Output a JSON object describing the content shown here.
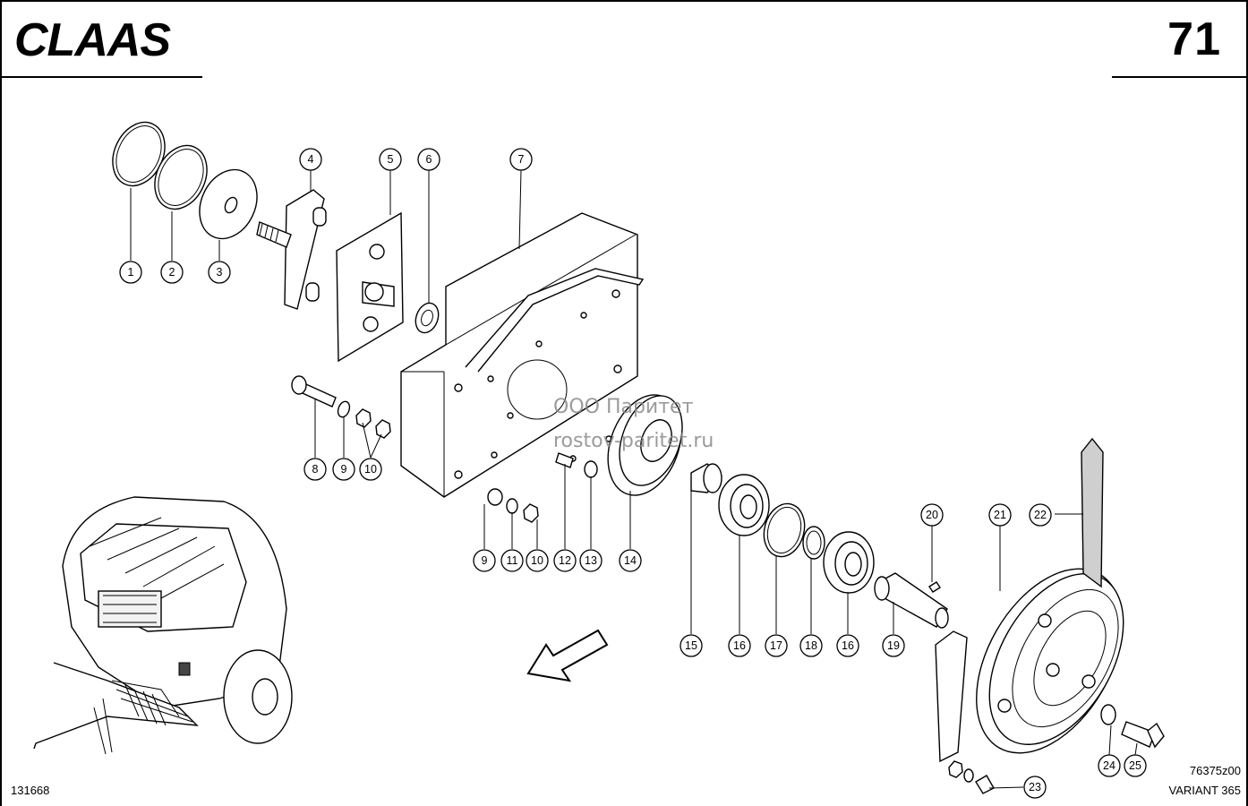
{
  "header": {
    "brand": "CLAAS",
    "page_number": "71"
  },
  "watermark": {
    "line1": "ООО Паритет",
    "line2": "rostov-paritet.ru"
  },
  "footer": {
    "left_code": "131668",
    "drawing_code": "76375z00",
    "model": "VARIANT 365"
  },
  "callouts": [
    "1",
    "2",
    "3",
    "4",
    "5",
    "6",
    "7",
    "8",
    "9",
    "10",
    "9",
    "11",
    "10",
    "12",
    "13",
    "14",
    "15",
    "16",
    "17",
    "18",
    "16",
    "19",
    "20",
    "21",
    "22",
    "23",
    "24",
    "25"
  ]
}
